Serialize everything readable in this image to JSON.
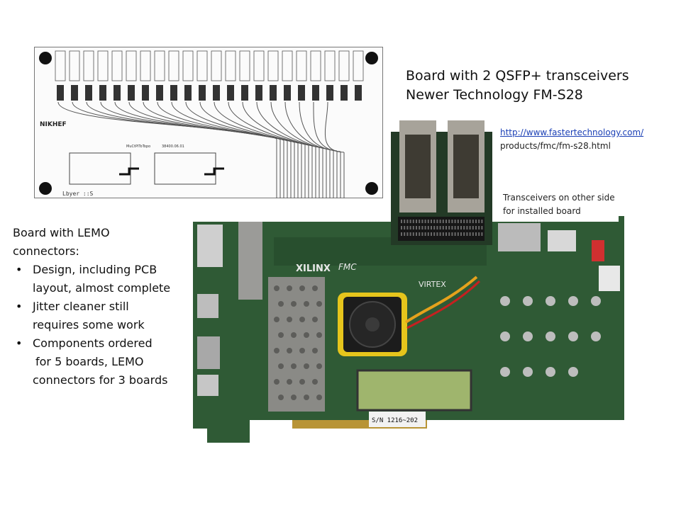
{
  "qsfp": {
    "title_line1": "Board with 2 QSFP+ transceivers",
    "title_line2": "Newer Technology FM-S28",
    "link_url_text": "http://www.fastertechnology.com/",
    "link_path_text": "products/fmc/fm-s28.html",
    "note_line1": "Transceivers on other side",
    "note_line2": "for installed board"
  },
  "lemo": {
    "heading_line1": "Board with LEMO",
    "heading_line2": "connectors:",
    "bullets": [
      {
        "line1": "Design, including PCB",
        "line2": "layout, almost complete"
      },
      {
        "line1": "Jitter cleaner still",
        "line2": "requires some work"
      },
      {
        "line1": "Components ordered",
        "line2": "for 5 boards, LEMO",
        "line3": "connectors for 3 boards"
      }
    ]
  },
  "pcb_labels": {
    "logo": "NIKHEF",
    "part_label": "MuCtPIToTopo",
    "part_number": "38400.06.01",
    "layer_label": "Lbyer ::S"
  },
  "fpga_labels": {
    "vendor": "XILINX",
    "fmc": "FMC",
    "family": "VIRTEX",
    "serial": "S/N 1216~202"
  },
  "colors": {
    "pcb_green": "#2f5a35",
    "heatsink": "#8a8a86",
    "fan_frame": "#e6c51c",
    "lcd_green": "#9fb56d",
    "link_blue": "#1a3fb5"
  }
}
